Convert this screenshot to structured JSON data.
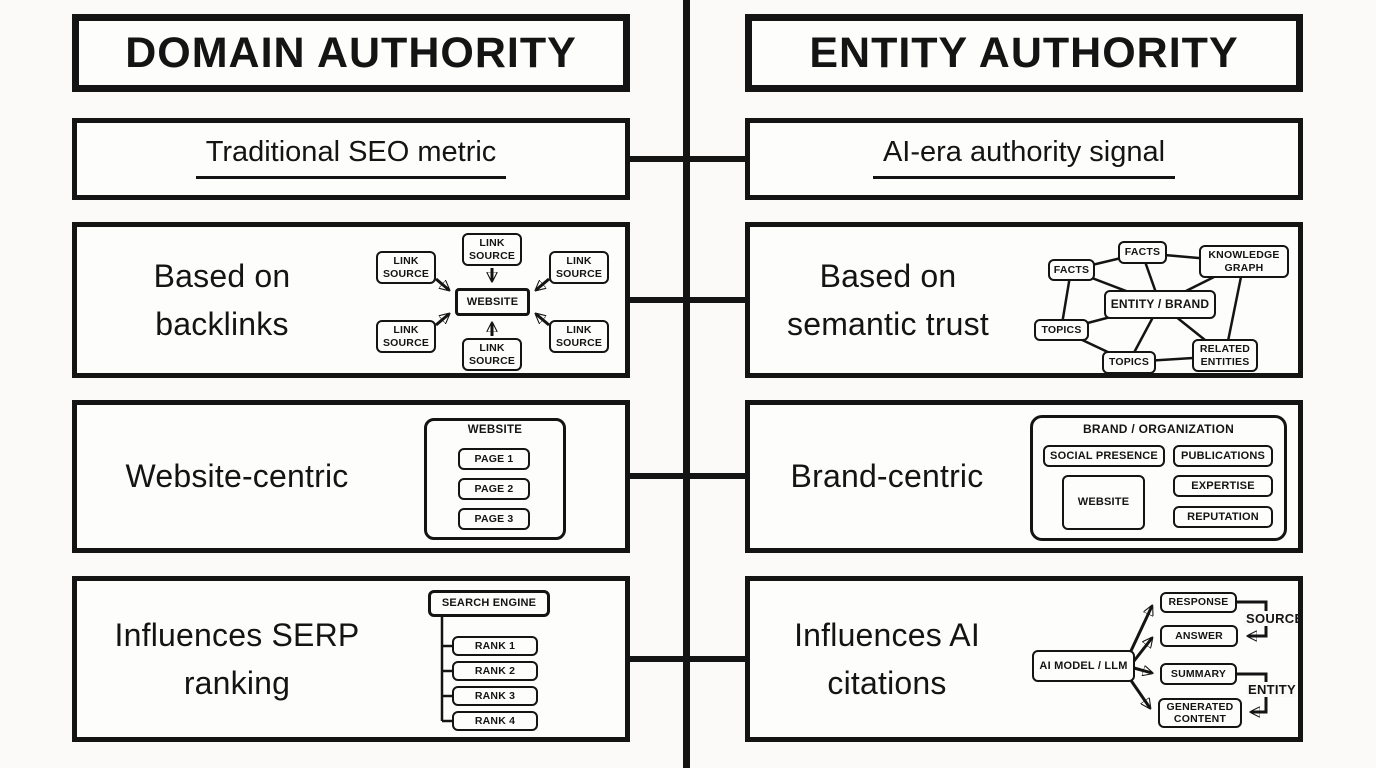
{
  "palette": {
    "ink": "#141414",
    "paper": "#fbfaf9"
  },
  "left": {
    "header": "DOMAIN AUTHORITY",
    "metric": "Traditional SEO metric",
    "basis": {
      "line1": "Based on",
      "line2": "backlinks",
      "center": "WEBSITE",
      "sources": [
        "LINK SOURCE",
        "LINK SOURCE",
        "LINK SOURCE",
        "LINK SOURCE",
        "LINK SOURCE",
        "LINK SOURCE"
      ]
    },
    "centric": {
      "label": "Website-centric",
      "container": "WEBSITE",
      "pages": [
        "PAGE 1",
        "PAGE 2",
        "PAGE 3"
      ]
    },
    "influence": {
      "line1": "Influences SERP",
      "line2": "ranking",
      "root": "SEARCH ENGINE",
      "ranks": [
        "RANK 1",
        "RANK 2",
        "RANK 3",
        "RANK 4"
      ]
    }
  },
  "right": {
    "header": "ENTITY AUTHORITY",
    "metric": "AI-era authority signal",
    "basis": {
      "line1": "Based on",
      "line2": "semantic trust",
      "nodes": {
        "facts_left": "FACTS",
        "facts_top": "FACTS",
        "knowledge_graph": "KNOWLEDGE GRAPH",
        "entity_brand": "ENTITY / BRAND",
        "topics_left": "TOPICS",
        "topics_bottom": "TOPICS",
        "related_entities": "RELATED ENTITIES"
      }
    },
    "centric": {
      "label": "Brand-centric",
      "container": "BRAND / ORGANIZATION",
      "items": [
        "SOCIAL PRESENCE",
        "PUBLICATIONS",
        "WEBSITE",
        "EXPERTISE",
        "REPUTATION"
      ]
    },
    "influence": {
      "line1": "Influences AI",
      "line2": "citations",
      "root": "AI MODEL / LLM",
      "outputs": [
        "RESPONSE",
        "ANSWER",
        "SUMMARY",
        "GENERATED CONTENT"
      ],
      "annotations": {
        "source": "SOURCE",
        "entity": "ENTITY"
      }
    }
  }
}
